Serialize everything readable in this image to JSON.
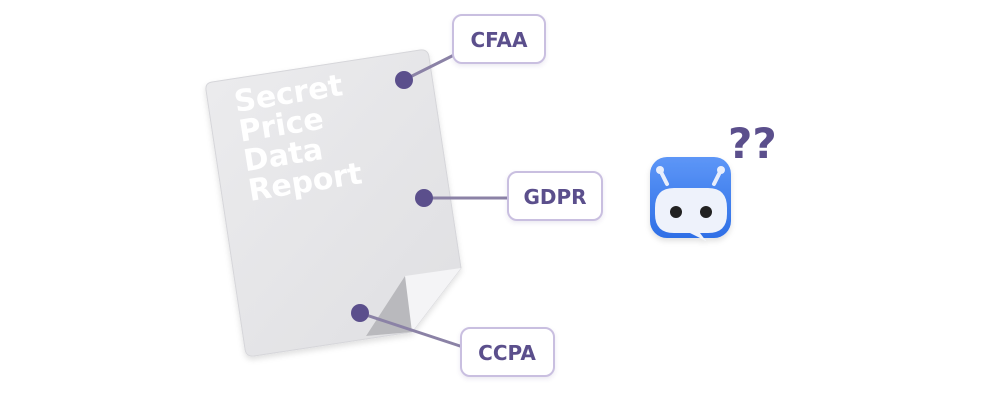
{
  "document": {
    "title_lines": [
      "Secret",
      "Price",
      "Data",
      "Report"
    ]
  },
  "regulations": [
    {
      "label": "CFAA"
    },
    {
      "label": "GDPR"
    },
    {
      "label": "CCPA"
    }
  ],
  "robot": {
    "question_marks": "??"
  },
  "colors": {
    "accent": "#5b4f8c",
    "connector": "#8b82a6",
    "tag_border": "#c9bfe0",
    "document_fill": "#e6e6e8",
    "robot_blue": "#3b7cf0"
  }
}
